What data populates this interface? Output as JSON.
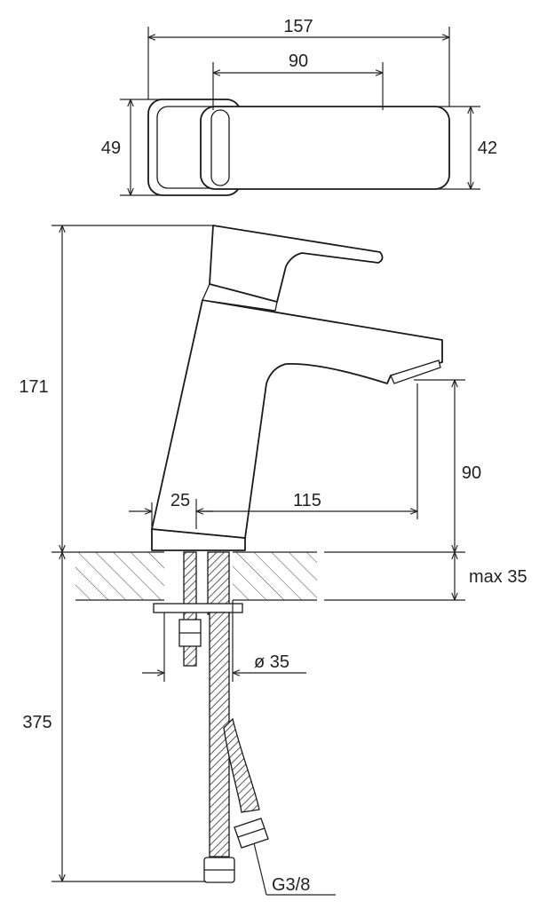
{
  "drawing": {
    "top_view": {
      "overall_width": "157",
      "lever_width": "90",
      "base_height": "49",
      "lever_height": "42"
    },
    "side_view": {
      "total_height": "171",
      "spout_clearance": "90",
      "base_width": "25",
      "spout_reach": "115",
      "countertop_thickness": "max 35",
      "hole_diameter": "ø 35",
      "hose_length": "375",
      "thread": "G3/8"
    }
  },
  "colors": {
    "line": "#1a1a1a",
    "background": "#ffffff"
  }
}
